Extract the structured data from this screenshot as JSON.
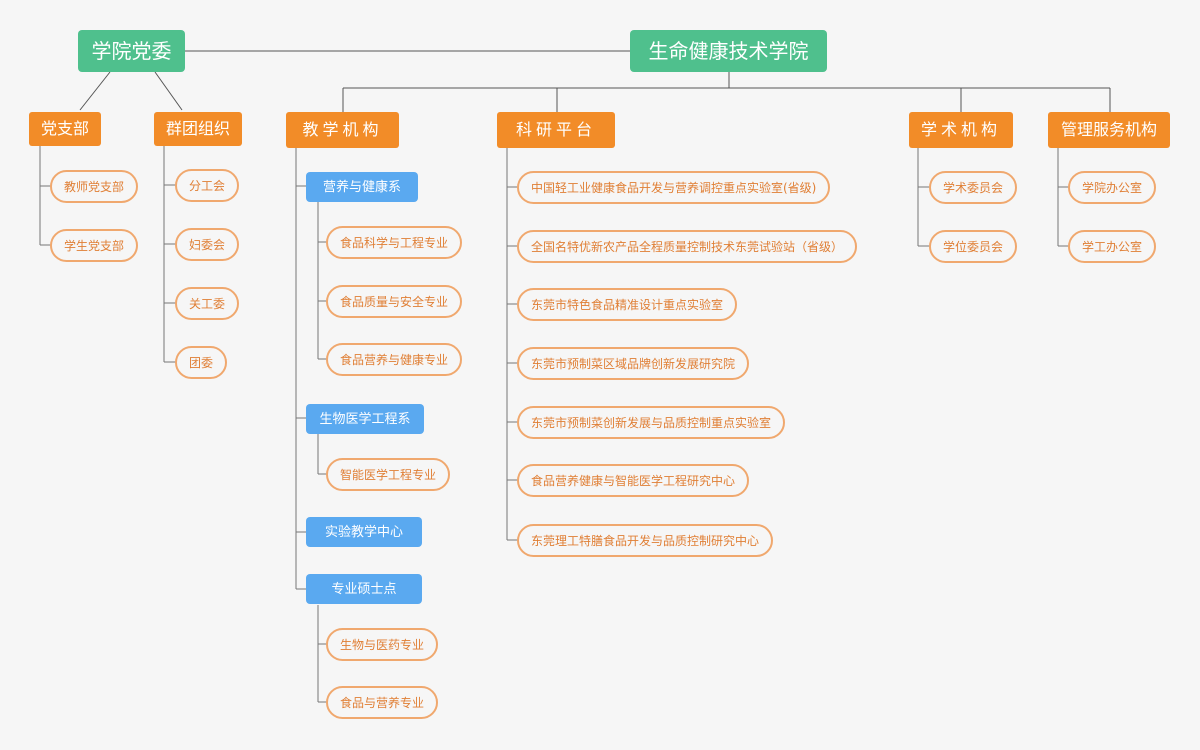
{
  "party": {
    "title": "学院党委",
    "branch": {
      "label": "党支部",
      "items": [
        "教师党支部",
        "学生党支部"
      ]
    },
    "mass": {
      "label": "群团组织",
      "items": [
        "分工会",
        "妇委会",
        "关工委",
        "团委"
      ]
    }
  },
  "college": {
    "title": "生命健康技术学院",
    "teaching": {
      "label": "教学机构",
      "groups": [
        {
          "label": "营养与健康系",
          "items": [
            "食品科学与工程专业",
            "食品质量与安全专业",
            "食品营养与健康专业"
          ]
        },
        {
          "label": "生物医学工程系",
          "items": [
            "智能医学工程专业"
          ]
        },
        {
          "label": "实验教学中心",
          "items": []
        },
        {
          "label": "专业硕士点",
          "items": [
            "生物与医药专业",
            "食品与营养专业"
          ]
        }
      ]
    },
    "research": {
      "label": "科研平台",
      "items": [
        "中国轻工业健康食品开发与营养调控重点实验室(省级)",
        "全国名特优新农产品全程质量控制技术东莞试验站（省级）",
        "东莞市特色食品精准设计重点实验室",
        "东莞市预制菜区域品牌创新发展研究院",
        "东莞市预制菜创新发展与品质控制重点实验室",
        "食品营养健康与智能医学工程研究中心",
        "东莞理工特膳食品开发与品质控制研究中心"
      ]
    },
    "academic": {
      "label": "学术机构",
      "items": [
        "学术委员会",
        "学位委员会"
      ]
    },
    "admin": {
      "label": "管理服务机构",
      "items": [
        "学院办公室",
        "学工办公室"
      ]
    }
  }
}
